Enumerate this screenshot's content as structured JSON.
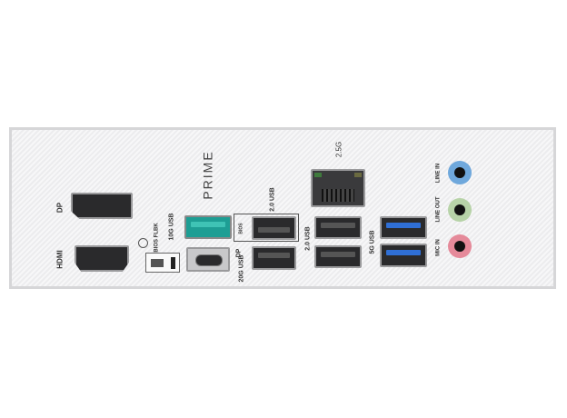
{
  "brand": "PRIME",
  "labels": {
    "dp": "DP",
    "hdmi": "HDMI",
    "bios_flbk": "BIOS FLBK",
    "usb10g": "10G USB",
    "usb20g": "20G USB",
    "usbc_dp": "DP",
    "bios": "BIOS",
    "usb20_a": "2.0 USB",
    "usb20_b": "2.0 USB",
    "lan": "2.5G",
    "usb5g": "5G USB",
    "line_in": "LINE IN",
    "line_out": "LINE OUT",
    "mic_in": "MIC IN"
  },
  "colors": {
    "line_in": "#6fa8dc",
    "line_out": "#b7d3a8",
    "mic_in": "#e58a9a",
    "usb3": "#2f6fd6",
    "usb10g": "#1e9e94"
  }
}
